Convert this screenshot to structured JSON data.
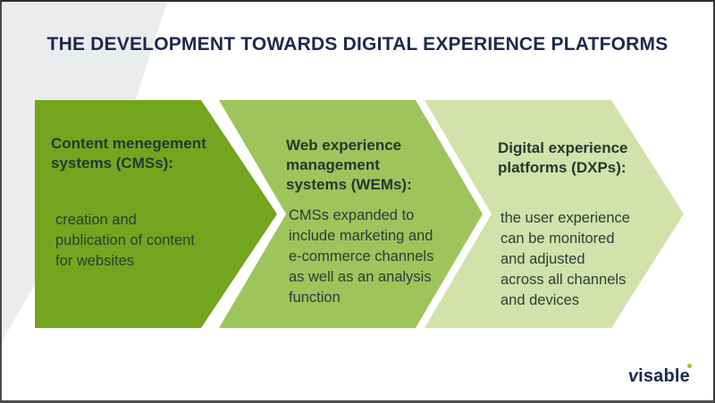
{
  "title": "THE DEVELOPMENT TOWARDS DIGITAL EXPERIENCE PLATFORMS",
  "diagram": {
    "type": "process-arrow-flow",
    "stages": [
      {
        "id": "cms",
        "heading": "Content menegement\nsystems (CMSs):",
        "body": "creation and\npublication of content\nfor websites",
        "color": "#74a51f"
      },
      {
        "id": "wem",
        "heading": "Web experience\nmanagement\nsystems (WEMs):",
        "body": "CMSs expanded to\ninclude marketing and\ne-commerce channels\nas well as an analysis\nfunction",
        "color": "#9ec45c"
      },
      {
        "id": "dxp",
        "heading": "Digital experience\nplatforms (DXPs):",
        "body": "the user experience\ncan be monitored\nand adjusted\nacross all channels\nand devices",
        "color": "#d3e1ab"
      }
    ]
  },
  "footer": {
    "logo_v": "v",
    "logo_rest": "isable"
  },
  "colors": {
    "title_navy": "#1b2a4d",
    "stage_text": "#2a3e36",
    "background_wedge": "#ebecee",
    "logo_navy": "#1b2a4d",
    "logo_dot_green": "#a2c31c",
    "stage1_green": "#74a51f",
    "stage2_green": "#9ec45c",
    "stage3_green": "#d3e1ab"
  }
}
